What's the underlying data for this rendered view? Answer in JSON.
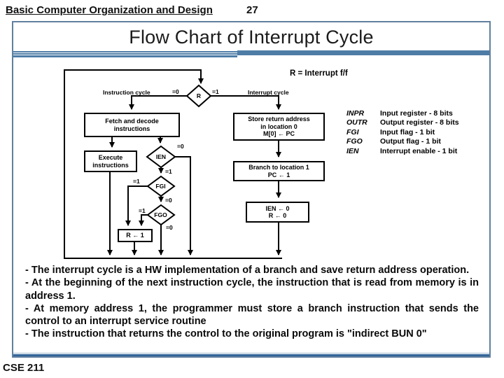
{
  "header": {
    "course": "Basic Computer Organization and Design",
    "page": "27"
  },
  "title": "Flow Chart of Interrupt Cycle",
  "flowchart": {
    "note": "R = Interrupt f/f",
    "labels": {
      "instruction_cycle": "Instruction cycle",
      "interrupt_cycle": "Interrupt cycle",
      "r_eq0": "=0",
      "r_eq1": "=1",
      "ien_eq0": "=0",
      "ien_eq1": "=1",
      "fgi_eq1": "=1",
      "fgi_eq0": "=0",
      "fgo_eq1": "=1",
      "fgo_eq0": "=0"
    },
    "diamonds": {
      "r": "R",
      "ien": "IEN",
      "fgi": "FGI",
      "fgo": "FGO"
    },
    "boxes": {
      "fetch": {
        "lines": [
          "Fetch and decode",
          "instructions"
        ]
      },
      "store": {
        "lines": [
          "Store return address",
          "in location 0",
          "M[0] ← PC"
        ]
      },
      "execute": {
        "lines": [
          "Execute",
          "instructions"
        ]
      },
      "branch": {
        "lines": [
          "Branch to location 1",
          "PC ← 1"
        ]
      },
      "reset_r": {
        "lines": [
          "R ← 1"
        ]
      },
      "ien_clear": {
        "lines": [
          "IEN ← 0",
          "R ← 0"
        ]
      }
    }
  },
  "legend": {
    "items": [
      {
        "abbr": "INPR",
        "desc": "Input register - 8 bits"
      },
      {
        "abbr": "OUTR",
        "desc": "Output register - 8 bits"
      },
      {
        "abbr": "FGI",
        "desc": "Input flag - 1 bit"
      },
      {
        "abbr": "FGO",
        "desc": "Output flag - 1 bit"
      },
      {
        "abbr": "IEN",
        "desc": "Interrupt enable - 1 bit"
      }
    ]
  },
  "notes": [
    "- The interrupt cycle is a HW implementation of a branch and save return address operation.",
    "- At the beginning of the next instruction cycle, the instruction that is read from memory is in address 1.",
    "- At memory address 1, the programmer must store a branch instruction that sends the control to an interrupt service routine",
    "- The instruction that returns the control to the original program is  \"indirect BUN   0\""
  ],
  "footer": "CSE 211",
  "colors": {
    "accent_blue": "#4e7ca6",
    "frame_gray_blue": "#60809f",
    "bottom_line_blue": "#336699",
    "line_black": "#000000"
  }
}
